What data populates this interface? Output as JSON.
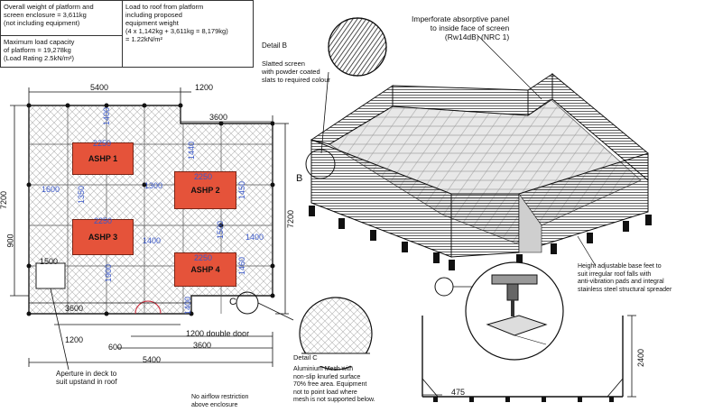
{
  "info_table": {
    "overall_weight": "Overall weight of platform and\nscreen enclosure = 3,611kg\n(not including equipment)",
    "max_load": "Maximum load capacity\nof platform = 19,278kg\n(Load Rating 2.5kN/m²)",
    "load_to_roof": "Load to roof from platform\nincluding proposed\nequipment weight\n(4 x 1,142kg + 3,611kg = 8,179kg)\n= 1.22kN/m²"
  },
  "plan": {
    "dims": {
      "top_5400": "5400",
      "top_1200": "1200",
      "top_3600": "3600",
      "left_7200": "7200",
      "right_7200": "7200",
      "left_900": "900",
      "left_1500": "1500",
      "bottom_3600_left": "3600",
      "bottom_1200": "1200",
      "bottom_600": "600",
      "bottom_double_door": "1200 double door",
      "bottom_3600": "3600",
      "bottom_5400": "5400"
    },
    "blue_labels": {
      "b2250_1": "2250",
      "b1400_top": "1400",
      "b1600": "1600",
      "b1300": "1300",
      "b1350": "1350",
      "b1440": "1440",
      "b2250_2": "2250",
      "b1450": "1450",
      "b2250_3": "2250",
      "b1400_mid": "1400",
      "b1500": "1500",
      "b1400_right": "1400",
      "b2250_4": "2250",
      "b1460": "1460",
      "b1400_bottom": "1400",
      "b1900": "1900"
    },
    "units": [
      "ASHP 1",
      "ASHP 2",
      "ASHP 3",
      "ASHP 4"
    ],
    "callout_c": "C",
    "aperture_note": "Aperture in deck to\nsuit upstand in roof"
  },
  "details": {
    "detail_b_title": "Detail B",
    "detail_b_text": "Slatted screen\nwith powder coated\nslats to required colour",
    "panel_note": "Imperforate absorptive panel\nto inside face of screen\n(Rw14dB) (NRC 1)",
    "callout_b": "B",
    "base_feet_note": "Height adjustable base feet to\nsuit irregular roof falls with\nanti-vibration pads and integral\nstainless steel structural spreader",
    "detail_c_title": "Detail C",
    "detail_c_text": "Aluminium Mesh with\nnon-slip knurled surface\n70% free area. Equipment\nnot to point load where\nmesh is not supported below.",
    "airflow_note": "No airflow restriction\nabove enclosure",
    "section_475": "475",
    "section_2400": "2400"
  }
}
